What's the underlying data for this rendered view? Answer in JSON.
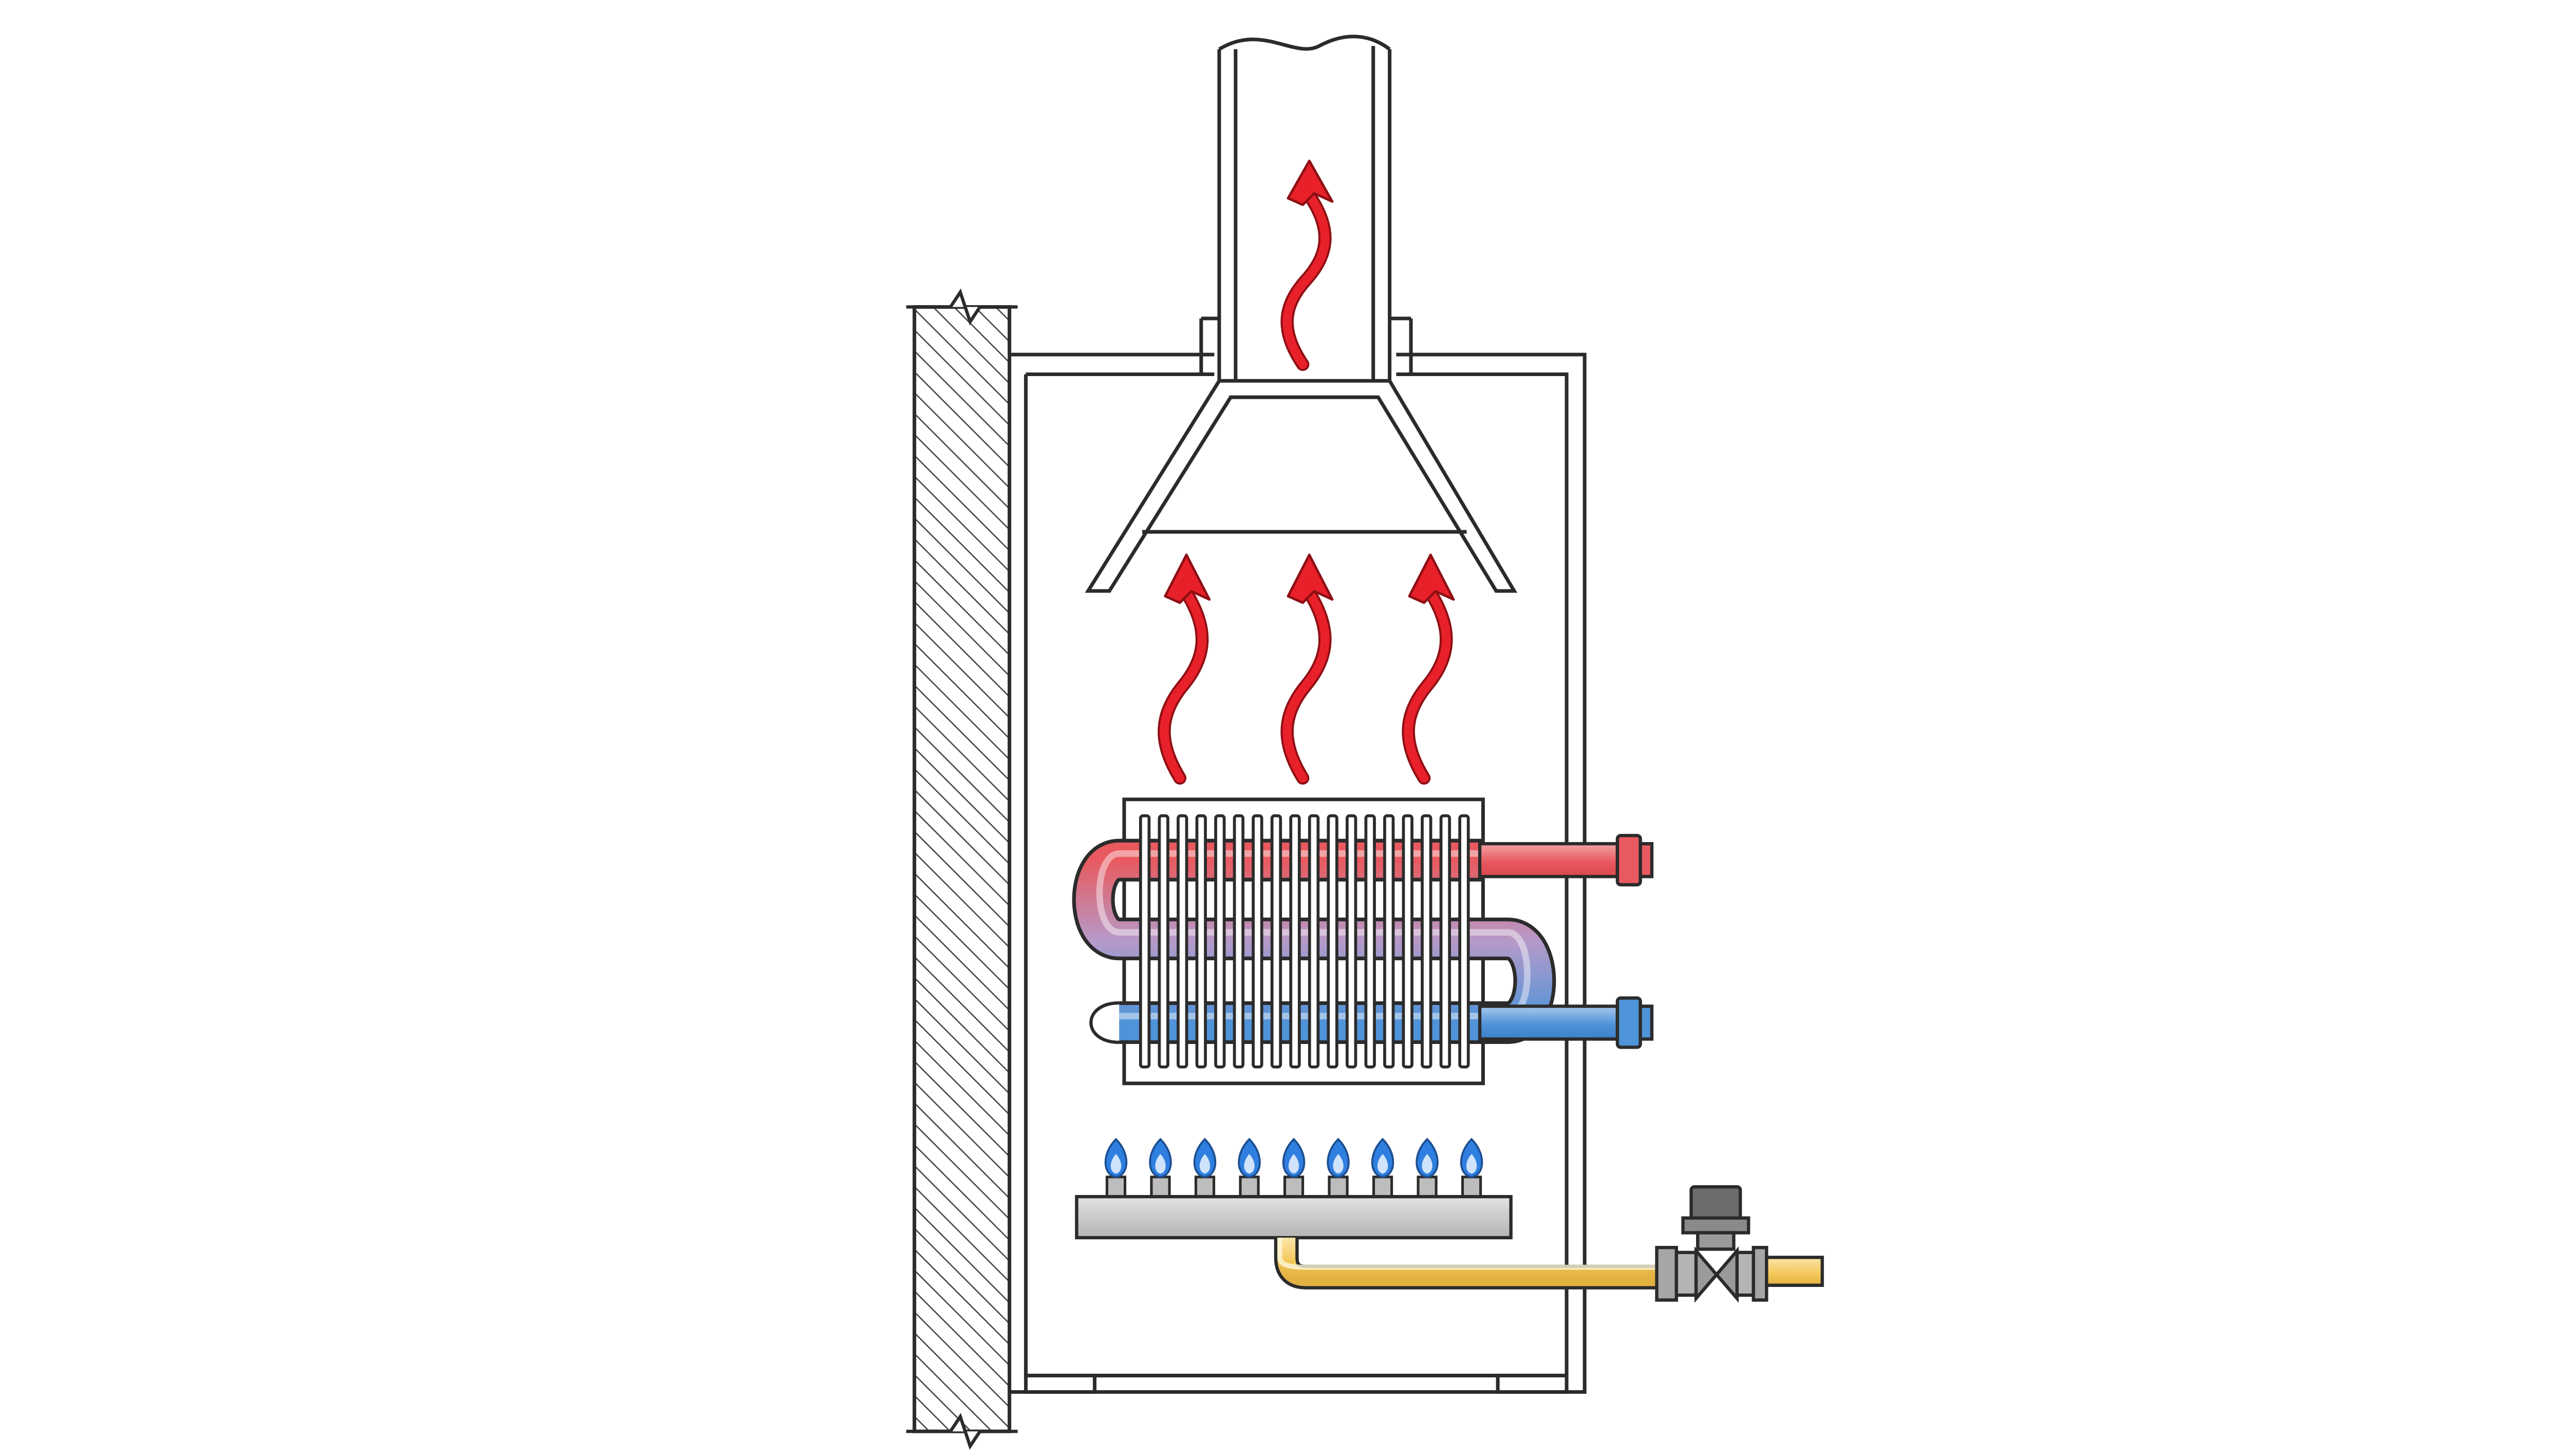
{
  "diagram": {
    "kind": "gas water heater cross-section",
    "colors": {
      "outline": "#2b2b2b",
      "background": "#ffffff",
      "heat_arrow": "#e8202a",
      "hot_pipe": "#e85a5f",
      "hot_pipe_light": "#f1a3a5",
      "cold_pipe": "#4f93d9",
      "cold_pipe_light": "#a9c8ec",
      "mid_pipe": "#b59ac9",
      "flame_blue": "#2f7fe0",
      "flame_light": "#cfe3fb",
      "burner_bar": "#c8c8c8",
      "gas_pipe": "#f3c85a",
      "valve": "#7a7a7a"
    },
    "components": [
      {
        "name": "wall",
        "icon": "hatched-wall"
      },
      {
        "name": "housing",
        "icon": "box-outline"
      },
      {
        "name": "flue-chimney",
        "icon": "pipe-outline"
      },
      {
        "name": "draft-hood",
        "icon": "funnel-outline"
      },
      {
        "name": "heat-exchanger",
        "icon": "finned-coil"
      },
      {
        "name": "hot-water-outlet",
        "icon": "pipe-red"
      },
      {
        "name": "cold-water-inlet",
        "icon": "pipe-blue"
      },
      {
        "name": "burner",
        "icon": "burner-bar"
      },
      {
        "name": "gas-pipe",
        "icon": "pipe-yellow"
      },
      {
        "name": "gas-valve",
        "icon": "valve"
      }
    ],
    "heat_arrow_count": 4,
    "flame_count": 9,
    "fin_count": 18
  }
}
